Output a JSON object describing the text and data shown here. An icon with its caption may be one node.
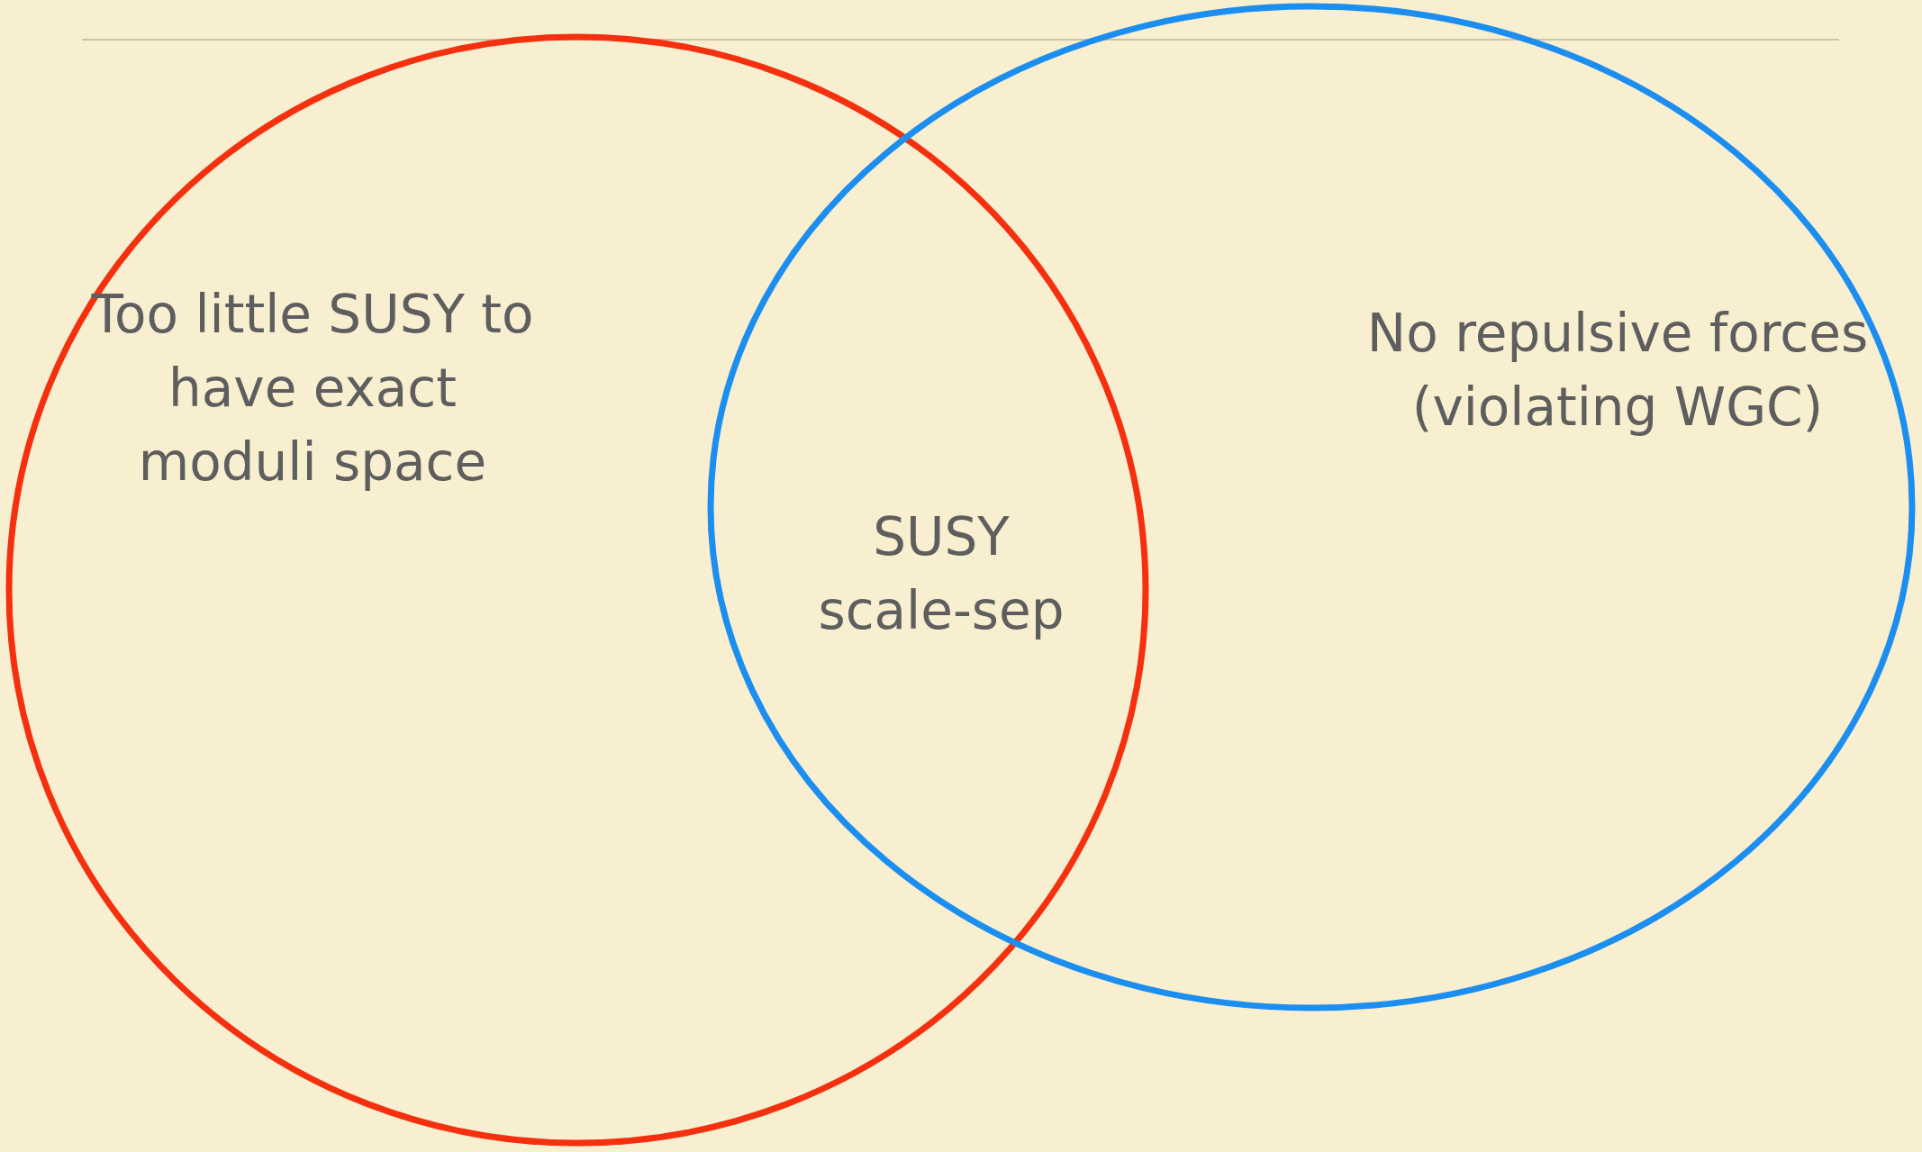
{
  "diagram": {
    "nodes": [
      {
        "text": [
          "Too little SUSY to have exact moduli space"
        ]
      },
      {
        "text": [
          "No repulsive forces (violating WGC)"
        ]
      }
    ],
    "labels": [
      "SUSY scale-sep"
    ]
  }
}
